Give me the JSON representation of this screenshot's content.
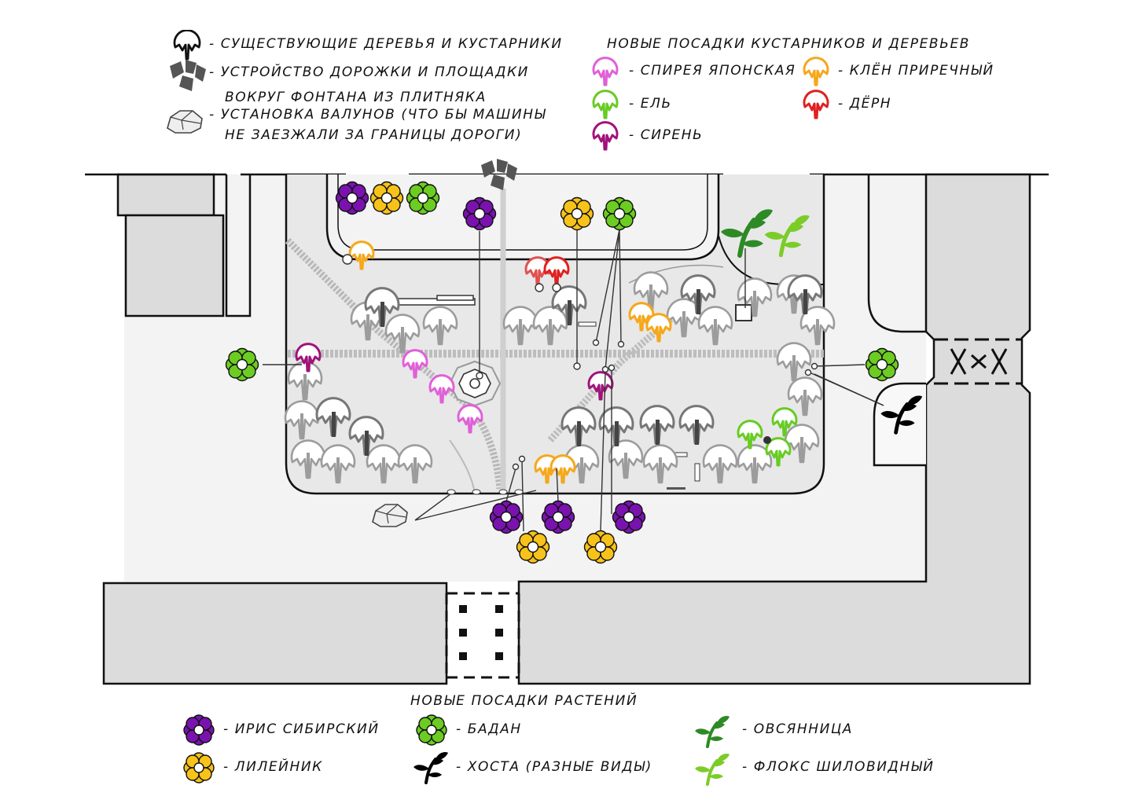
{
  "legend_top": {
    "existing": "- СУЩЕСТВУЮЩИЕ ДЕРЕВЬЯ И КУСТАРНИКИ",
    "paving_1": "- УСТРОЙСТВО ДОРОЖКИ И ПЛОЩАДКИ",
    "paving_2": "ВОКРУГ ФОНТАНА ИЗ ПЛИТНЯКА",
    "boulder_1": "- УСТАНОВКА ВАЛУНОВ (ЧТО БЫ МАШИНЫ",
    "boulder_2": "НЕ ЗАЕЗЖАЛИ ЗА ГРАНИЦЫ ДОРОГИ)"
  },
  "legend_shrubs": {
    "title": "НОВЫЕ ПОСАДКИ КУСТАРНИКОВ И ДЕРЕВЬЕВ",
    "items": [
      {
        "label": "- СПИРЕЯ ЯПОНСКАЯ",
        "color": "#e060d8"
      },
      {
        "label": "- ЕЛЬ",
        "color": "#66cc22"
      },
      {
        "label": "- СИРЕНЬ",
        "color": "#a0127a"
      },
      {
        "label": "- КЛЁН ПРИРЕЧНЫЙ",
        "color": "#f5a81a"
      },
      {
        "label": "- ДЁРН",
        "color": "#e02020"
      }
    ]
  },
  "legend_plants": {
    "title": "НОВЫЕ ПОСАДКИ РАСТЕНИЙ",
    "items": [
      {
        "label": "- ИРИС СИБИРСКИЙ",
        "color": "#7a12b0"
      },
      {
        "label": "- ЛИЛЕЙНИК",
        "color": "#f7c21a"
      },
      {
        "label": "- БАДАН",
        "color": "#6ccc22"
      },
      {
        "label": "- ХОСТА (РАЗНЫЕ ВИДЫ)",
        "color": "#000000"
      },
      {
        "label": "- ОВСЯННИЦА",
        "color": "#2e8a24"
      },
      {
        "label": "- ФЛОКС ШИЛОВИДНЫЙ",
        "color": "#7ccc28"
      }
    ]
  },
  "colors": {
    "existing_tree": "#999999",
    "block": "#dcdcdc",
    "road": "#f2f2f2",
    "square": "#e6e6e6"
  }
}
